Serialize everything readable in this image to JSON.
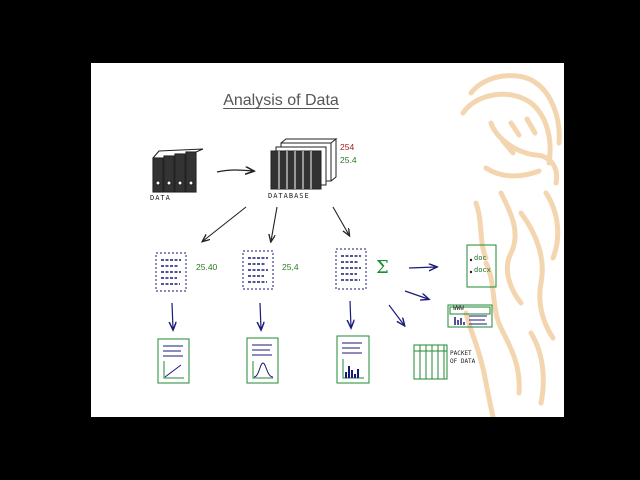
{
  "slide": {
    "title": "Analysis of Data",
    "data_label": "DATA",
    "database_label": "DATABASE",
    "db_value_red": "254",
    "db_value_green": "25.4",
    "report1_value": "25.40",
    "report2_value": "25,4",
    "sigma_symbol": "Σ",
    "doc_label": "doc",
    "docx_label": "docx",
    "www_label": "WWW",
    "packet_label_line1": "PACKET",
    "packet_label_line2": "OF DATA"
  },
  "colors": {
    "slide_bg": "#ffffff",
    "frame_bg": "#000000",
    "ink_dark": "#222222",
    "ink_blue": "#1a1a7a",
    "ink_green": "#1f8a33",
    "number_green": "#2a7a1e",
    "number_red": "#a11d1d",
    "watermark": "#f3d6b0"
  }
}
